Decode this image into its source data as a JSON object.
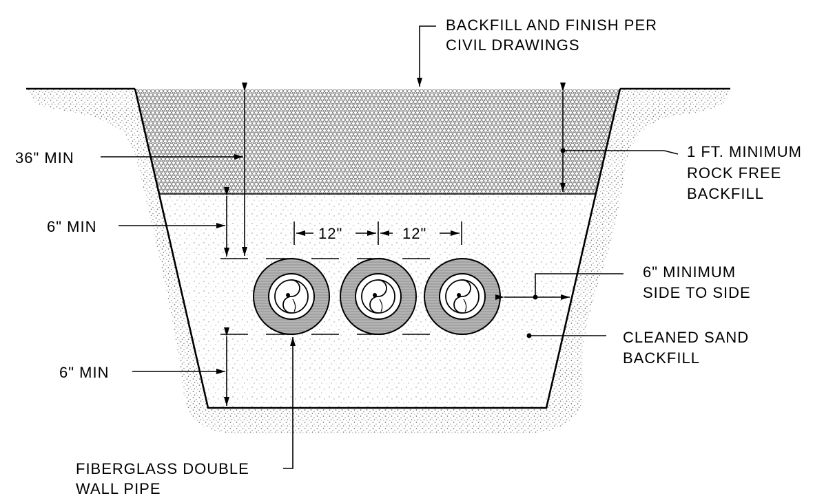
{
  "labels": {
    "backfill_finish_1": "BACKFILL AND FINISH PER",
    "backfill_finish_2": "CIVIL DRAWINGS",
    "min_36": "36\" MIN",
    "min_6_upper": "6\" MIN",
    "min_6_lower": "6\" MIN",
    "rock_free_1": "1 FT. MINIMUM",
    "rock_free_2": "ROCK FREE",
    "rock_free_3": "BACKFILL",
    "spacing_left": "12\"",
    "spacing_right": "12\"",
    "side_to_side_1": "6\" MINIMUM",
    "side_to_side_2": "SIDE TO SIDE",
    "sand_1": "CLEANED SAND",
    "sand_2": "BACKFILL",
    "pipe_1": "FIBERGLASS DOUBLE",
    "pipe_2": "WALL PIPE"
  },
  "colors": {
    "soil": "#b8b8b8",
    "gravel": "#e6e6e6",
    "sand": "#f4f4f4",
    "pipe_wall": "#a8a8a8",
    "line": "#000000"
  },
  "pipe_count": 3
}
